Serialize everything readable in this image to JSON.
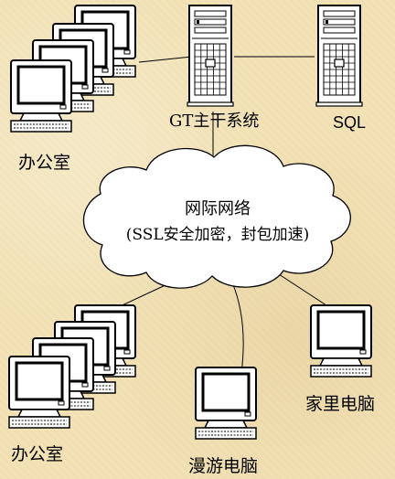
{
  "nodes": {
    "office_top": {
      "label": "办公室"
    },
    "server_gt": {
      "label": "GT主干系统"
    },
    "server_sql": {
      "label": "SQL"
    },
    "cloud": {
      "line1": "网际网络",
      "line2": "(SSL安全加密，封包加速)"
    },
    "office_bottom": {
      "label": "办公室"
    },
    "roaming": {
      "label": "漫游电脑"
    },
    "home": {
      "label": "家里电脑"
    }
  },
  "colors": {
    "background": "#f2e2b6",
    "device_fill": "#ffffff",
    "stroke": "#000000"
  }
}
